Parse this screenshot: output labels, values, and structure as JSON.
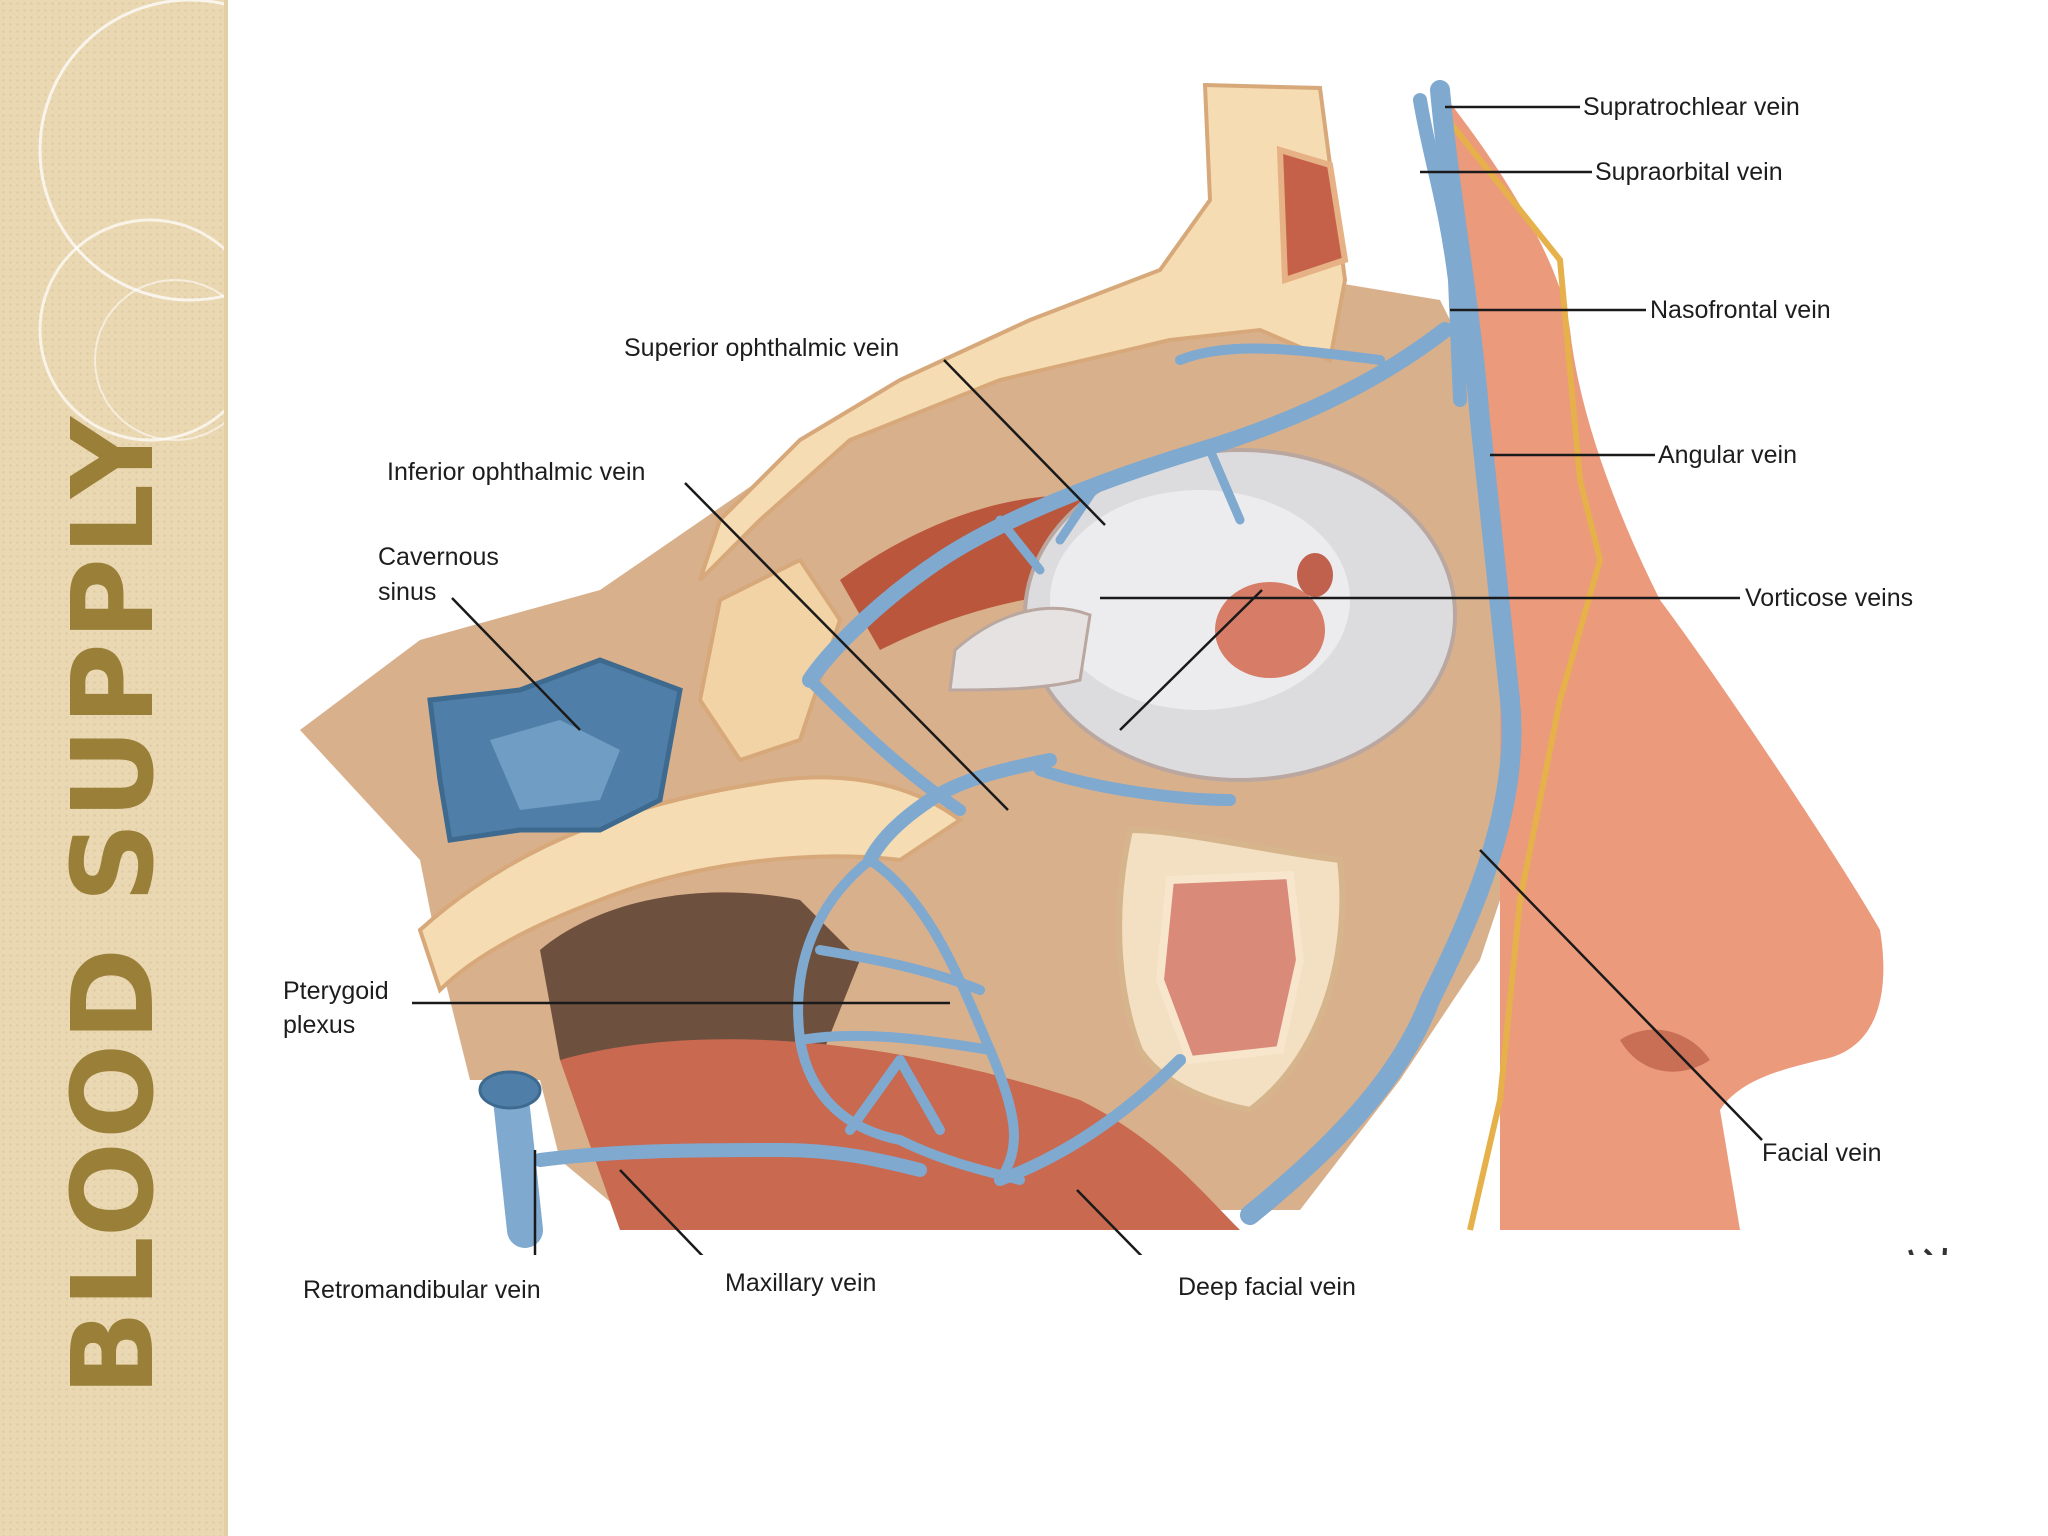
{
  "slide": {
    "title": "BLOOD SUPPLY",
    "accent_color": "#9a7f38",
    "sidebar_color": "#ead8b3"
  },
  "figure": {
    "labels": {
      "supratrochlear_vein": "Supratrochlear vein",
      "supraorbital_vein": "Supraorbital vein",
      "nasofrontal_vein": "Nasofrontal vein",
      "angular_vein": "Angular vein",
      "vorticose_veins": "Vorticose veins",
      "superior_ophthalmic_vein": "Superior ophthalmic vein",
      "inferior_ophthalmic_vein": "Inferior ophthalmic vein",
      "cavernous_sinus_line1": "Cavernous",
      "cavernous_sinus_line2": "sinus",
      "pterygoid_plexus_line1": "Pterygoid",
      "pterygoid_plexus_line2": "plexus",
      "facial_vein": "Facial vein",
      "retromandibular_vein": "Retromandibular vein",
      "maxillary_vein": "Maxillary vein",
      "deep_facial_vein": "Deep facial vein"
    },
    "colors": {
      "vein": "#7fa9cf",
      "vein_outline": "#4f7fa8",
      "skin": "#ec9a7c",
      "bone": "#f6dcb2",
      "muscle": "#c9694f",
      "eyeball": "#dcdcdf"
    }
  }
}
